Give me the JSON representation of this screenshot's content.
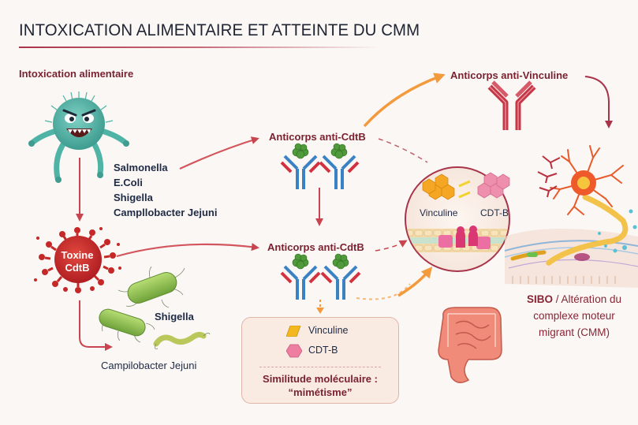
{
  "title": "INTOXICATION ALIMENTAIRE ET ATTEINTE DU CMM",
  "section_label": "Intoxication alimentaire",
  "pathogens": [
    "Salmonella",
    "E.Coli",
    "Shigella",
    "Campllobacter Jejuni"
  ],
  "toxin": {
    "line1": "Toxine",
    "line2": "CdtB"
  },
  "bacteria_labels": {
    "shigella": "Shigella",
    "campylobacter": "Campilobacter Jejuni"
  },
  "antibodies": {
    "anti_cdtb_top": "Anticorps anti-CdtB",
    "anti_cdtb_bottom": "Anticorps anti-CdtB",
    "anti_vinculine": "Anticorps anti-Vinculine"
  },
  "mimicry_box": {
    "item1": "Vinculine",
    "item2": "CDT-B",
    "title_line1": "Similitude moléculaire :",
    "title_line2": "“mimétisme”"
  },
  "zoom_circle": {
    "left_label": "Vinculine",
    "right_label": "CDT-B"
  },
  "outcome": {
    "bold": "SIBO",
    "rest_line1": " / Altératìon du",
    "line2": "complexe moteur",
    "line3": "migrant (CMM)"
  },
  "colors": {
    "maroon": "#7a2230",
    "red_arrow": "#c8454f",
    "orange_arrow": "#f39a3c",
    "teal_microbe": "#4fb3a6",
    "toxin_red": "#c62828",
    "bacteria_green": "#8cc04a",
    "antibody_blue": "#3b82c4",
    "antibody_red": "#d2323f",
    "neuron": "#f2622e"
  }
}
